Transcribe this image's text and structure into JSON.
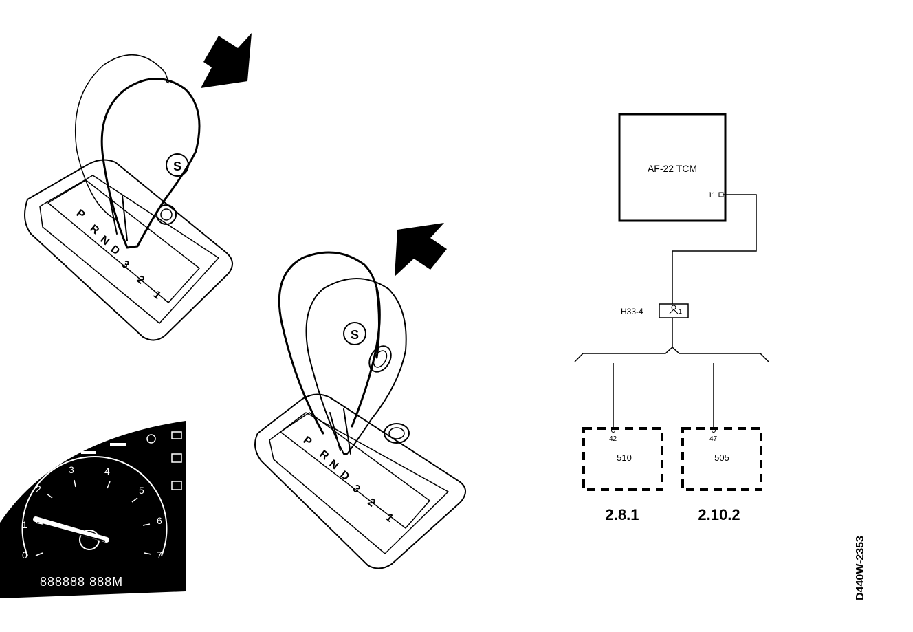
{
  "shifter": {
    "gate_letters": [
      "P",
      "R",
      "N",
      "D",
      "3",
      "2",
      "1"
    ],
    "button_symbol": "S"
  },
  "cluster": {
    "tach_numbers": [
      "0",
      "1",
      "2",
      "3",
      "4",
      "5",
      "6",
      "7"
    ],
    "odometer": "888888 888M"
  },
  "diagram": {
    "tcm_label": "AF-22 TCM",
    "tcm_pin": "11",
    "connector_label": "H33-4",
    "connector_pin": "1",
    "module_left": {
      "pin": "42",
      "name": "510",
      "ref": "2.8.1"
    },
    "module_right": {
      "pin": "47",
      "name": "505",
      "ref": "2.10.2"
    }
  },
  "figure_code": "D440W-2353"
}
